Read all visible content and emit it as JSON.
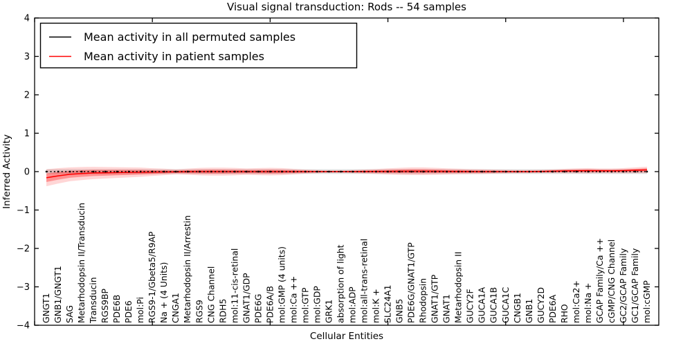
{
  "chart_data": {
    "type": "line",
    "title": "Visual signal transduction: Rods -- 54 samples",
    "xlabel": "Cellular Entities",
    "ylabel": "Inferred Activity",
    "ylim": [
      -4,
      4
    ],
    "xlim": [
      0,
      53
    ],
    "yticks": [
      -4,
      -3,
      -2,
      -1,
      0,
      1,
      2,
      3,
      4
    ],
    "xtick_positions": [
      0,
      10,
      20,
      30,
      40,
      50
    ],
    "grid": false,
    "legend_position": "upper left",
    "background": "#ffffff",
    "axis_color": "#000000",
    "categories": [
      "GNGT1",
      "GNB1/GNGT1",
      "SAG",
      "Metarhodopsin II/Transducin",
      "Transducin",
      "RGS9BP",
      "PDE6B",
      "PDE6",
      "mol:Pi",
      "RGS9-1/Gbeta5/R9AP",
      "Na + (4 Units)",
      "CNGA1",
      "Metarhodopsin II/Arrestin",
      "RGS9",
      "CNG Channel",
      "RDH5",
      "mol:11-cis-retinal",
      "GNAT1/GDP",
      "PDE6G",
      "PDE6A/B",
      "mol:GMP (4 units)",
      "mol:Ca ++",
      "mol:GTP",
      "mol:GDP",
      "GRK1",
      "absorption of light",
      "mol:ADP",
      "mol:all-trans-retinal",
      "mol:K +",
      "SLC24A1",
      "GNB5",
      "PDE6G/GNAT1/GTP",
      "Rhodopsin",
      "GNAT1/GTP",
      "GNAT1",
      "Metarhodopsin II",
      "GUCY2F",
      "GUCA1A",
      "GUCA1B",
      "GUCA1C",
      "CNGB1",
      "GNB1",
      "GUCY2D",
      "PDE6A",
      "RHO",
      "mol:Ca2+",
      "mol:Na +",
      "GCAP Family/Ca ++",
      "cGMP/CNG Channel",
      "GC2/GCAP Family",
      "GC1/GCAP Family",
      "mol:cGMP"
    ],
    "series": [
      {
        "name": "Mean activity in all permuted samples",
        "color": "#000000",
        "style": "dashed",
        "values": [
          0,
          0,
          0,
          0,
          0,
          0,
          0,
          0,
          0,
          0,
          0,
          0,
          0,
          0,
          0,
          0,
          0,
          0,
          0,
          0,
          0,
          0,
          0,
          0,
          0,
          0,
          0,
          0,
          0,
          0,
          0,
          0,
          0,
          0,
          0,
          0,
          0,
          0,
          0,
          0,
          0,
          0,
          0,
          0,
          0,
          0,
          0,
          0,
          0,
          0,
          0,
          0
        ],
        "band": {
          "color": "rgba(0,0,0,0.12)",
          "halfwidth": 0.06
        }
      },
      {
        "name": "Mean activity in patient samples",
        "color": "#ff0000",
        "style": "solid",
        "values": [
          -0.16,
          -0.11,
          -0.07,
          -0.05,
          -0.035,
          -0.03,
          -0.025,
          -0.02,
          -0.015,
          -0.012,
          -0.008,
          -0.005,
          -0.002,
          0,
          0,
          0,
          0,
          0,
          0,
          0,
          0,
          0,
          0,
          0,
          0,
          0,
          0,
          0.002,
          0.004,
          0.006,
          0.008,
          0.01,
          0.01,
          0.008,
          0.006,
          0.004,
          0.002,
          0,
          0,
          0,
          0,
          0,
          0.004,
          0.01,
          0.016,
          0.022,
          0.024,
          0.022,
          0.02,
          0.025,
          0.035,
          0.045
        ],
        "sigma": [
          0.11,
          0.1,
          0.09,
          0.085,
          0.08,
          0.075,
          0.07,
          0.065,
          0.06,
          0.05,
          0.042,
          0.032,
          0.04,
          0.048,
          0.052,
          0.052,
          0.048,
          0.042,
          0.046,
          0.05,
          0.046,
          0.036,
          0.026,
          0.02,
          0.016,
          0.016,
          0.02,
          0.026,
          0.032,
          0.04,
          0.046,
          0.05,
          0.05,
          0.046,
          0.04,
          0.036,
          0.032,
          0.03,
          0.026,
          0.022,
          0.02,
          0.02,
          0.02,
          0.024,
          0.028,
          0.032,
          0.034,
          0.03,
          0.03,
          0.034,
          0.038,
          0.042
        ],
        "band": {
          "inner_color": "rgba(255,0,0,0.32)",
          "outer_color": "rgba(255,0,0,0.16)"
        }
      }
    ]
  }
}
